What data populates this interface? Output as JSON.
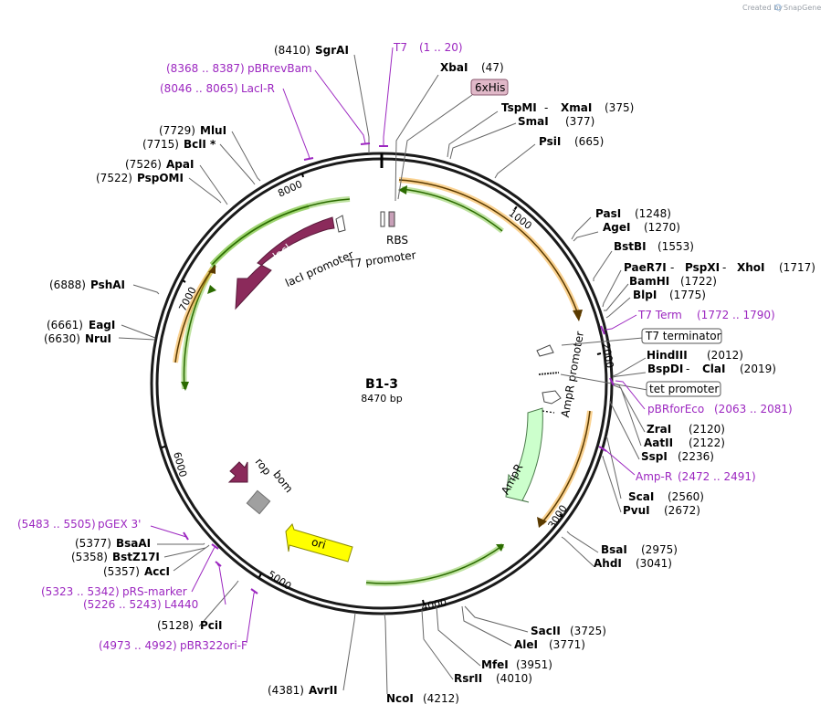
{
  "credit": {
    "prefix": "Created by",
    "brand": "SnapGene"
  },
  "plasmid": {
    "name": "B1-3",
    "length_label": "8470 bp",
    "total_bp": 8470
  },
  "ticks": [
    "1000",
    "2000",
    "3000",
    "4000",
    "5000",
    "6000",
    "7000",
    "8000"
  ],
  "enzymes": [
    {
      "name": "SgrAI",
      "pos": "(8410)"
    },
    {
      "name": "XbaI",
      "pos": "(47)"
    },
    {
      "name": "TspMI",
      "sep": " - ",
      "name2": "XmaI",
      "pos": "(375)"
    },
    {
      "name": "SmaI",
      "pos": "(377)"
    },
    {
      "name": "PsiI",
      "pos": "(665)"
    },
    {
      "name": "PasI",
      "pos": "(1248)"
    },
    {
      "name": "AgeI",
      "pos": "(1270)"
    },
    {
      "name": "BstBI",
      "pos": "(1553)"
    },
    {
      "name": "PaeR7I",
      "sep": " - ",
      "name2": "PspXI",
      "sep2": " - ",
      "name3": "XhoI",
      "pos": "(1717)"
    },
    {
      "name": "BamHI",
      "pos": "(1722)"
    },
    {
      "name": "BlpI",
      "pos": "(1775)"
    },
    {
      "name": "HindIII",
      "pos": "(2012)"
    },
    {
      "name": "BspDI",
      "sep": " - ",
      "name2": "ClaI",
      "pos": "(2019)"
    },
    {
      "name": "ZraI",
      "pos": "(2120)"
    },
    {
      "name": "AatII",
      "pos": "(2122)"
    },
    {
      "name": "SspI",
      "pos": "(2236)"
    },
    {
      "name": "ScaI",
      "pos": "(2560)"
    },
    {
      "name": "PvuI",
      "pos": "(2672)"
    },
    {
      "name": "BsaI",
      "pos": "(2975)"
    },
    {
      "name": "AhdI",
      "pos": "(3041)"
    },
    {
      "name": "SacII",
      "pos": "(3725)"
    },
    {
      "name": "AleI",
      "pos": "(3771)"
    },
    {
      "name": "MfeI",
      "pos": "(3951)"
    },
    {
      "name": "RsrII",
      "pos": "(4010)"
    },
    {
      "name": "NcoI",
      "pos": "(4212)"
    },
    {
      "name": "AvrII",
      "pos": "(4381)"
    },
    {
      "name": "PciI",
      "pos": "(5128)"
    },
    {
      "name": "AccI",
      "pos": "(5357)"
    },
    {
      "name": "BstZ17I",
      "pos": "(5358)"
    },
    {
      "name": "BsaAI",
      "pos": "(5377)"
    },
    {
      "name": "NruI",
      "pos": "(6630)"
    },
    {
      "name": "EagI",
      "pos": "(6661)"
    },
    {
      "name": "PshAI",
      "pos": "(6888)"
    },
    {
      "name": "PspOMI",
      "pos": "(7522)"
    },
    {
      "name": "ApaI",
      "pos": "(7526)"
    },
    {
      "name": "BclI *",
      "pos": "(7715)"
    },
    {
      "name": "MluI",
      "pos": "(7729)"
    }
  ],
  "primers": [
    {
      "name": "T7",
      "range": "(1 .. 20)"
    },
    {
      "name": "pBRrevBam",
      "range": "(8368 .. 8387)"
    },
    {
      "name": "LacI-R",
      "range": "(8046 .. 8065)"
    },
    {
      "name": "T7 Term",
      "range": "(1772 .. 1790)"
    },
    {
      "name": "pBRforEco",
      "range": "(2063 .. 2081)"
    },
    {
      "name": "Amp-R",
      "range": "(2472 .. 2491)"
    },
    {
      "name": "pGEX 3'",
      "range": "(5483 .. 5505)"
    },
    {
      "name": "pRS-marker",
      "range": "(5323 .. 5342)"
    },
    {
      "name": "L4440",
      "range": "(5226 .. 5243)"
    },
    {
      "name": "pBR322ori-F",
      "range": "(4973 .. 4992)"
    }
  ],
  "boxed_features": [
    "6xHis",
    "T7 terminator",
    "tet promoter"
  ],
  "features": {
    "laci": "lacI",
    "laci_promoter": "lacI promoter",
    "t7_promoter": "T7 promoter",
    "rbs": "RBS",
    "ampr": "AmpR",
    "ampr_promoter": "AmpR promoter",
    "rop": "rop",
    "bom": "bom",
    "ori": "ori"
  },
  "colors": {
    "laci": "#8b2a5b",
    "ampr": "#ccffcc",
    "ori": "#ffff00",
    "rop": "#8b2a5b",
    "orf_orange": "#f5a623",
    "orf_green": "#7dc642",
    "primer": "#9c27c0",
    "six_his": "#e0b8c8"
  }
}
